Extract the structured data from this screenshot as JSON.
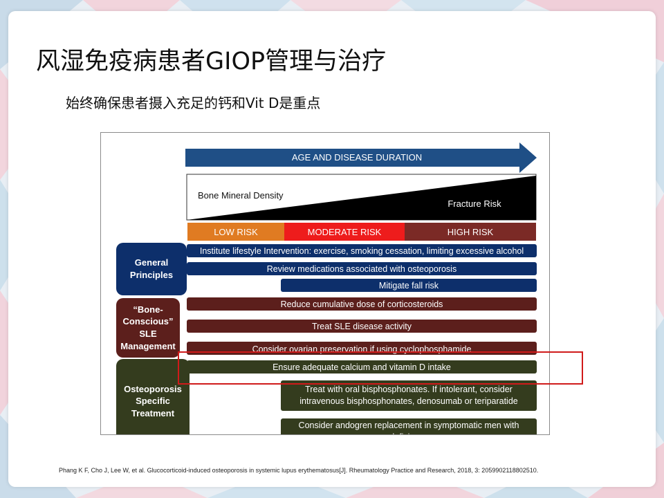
{
  "slide": {
    "title": "风湿免疫病患者GIOP管理与治疗",
    "subtitle": "始终确保患者摄入充足的钙和Vit  D是重点",
    "reference": "Phang K F, Cho J, Lee W, et al. Glucocorticoid-induced osteoporosis in systemic lupus erythematosus[J]. Rheumatology Practice and Research, 2018, 3: 2059902118802510."
  },
  "diagram": {
    "arrow_label": "AGE AND DISEASE DURATION",
    "bmd_label": "Bone Mineral Density",
    "fracture_label": "Fracture Risk",
    "risk_levels": [
      "LOW RISK",
      "MODERATE RISK",
      "HIGH RISK"
    ],
    "categories": {
      "general": "General\nPrinciples",
      "bone_conscious": "“Bone-\nConscious”\nSLE\nManagement",
      "osteoporosis": "Osteoporosis\nSpecific\nTreatment"
    },
    "general_bars": [
      "Institute lifestyle Intervention: exercise, smoking cessation, limiting excessive alcohol",
      "Review medications associated with osteoporosis",
      "Mitigate fall risk"
    ],
    "sle_bars": [
      "Reduce cumulative dose of corticosteroids",
      "Treat SLE disease activity",
      "Consider ovarian preservation if using cyclophosphamide"
    ],
    "treatment_bars": [
      "Ensure adequate calcium and vitamin D intake",
      "Treat with oral bisphosphonates. If intolerant, consider intravenous bisphosphonates, denosumab or teriparatide",
      "Consider andogren replacement in symptomatic men with deficiency"
    ],
    "colors": {
      "arrow": "#1f4f86",
      "low_risk": "#e07b22",
      "moderate_risk": "#ee1c1c",
      "high_risk": "#7b2a26",
      "navy": "#0d2f6b",
      "maroon": "#5c1f1c",
      "olive": "#343c1e",
      "highlight_box": "#d01a1a"
    }
  }
}
